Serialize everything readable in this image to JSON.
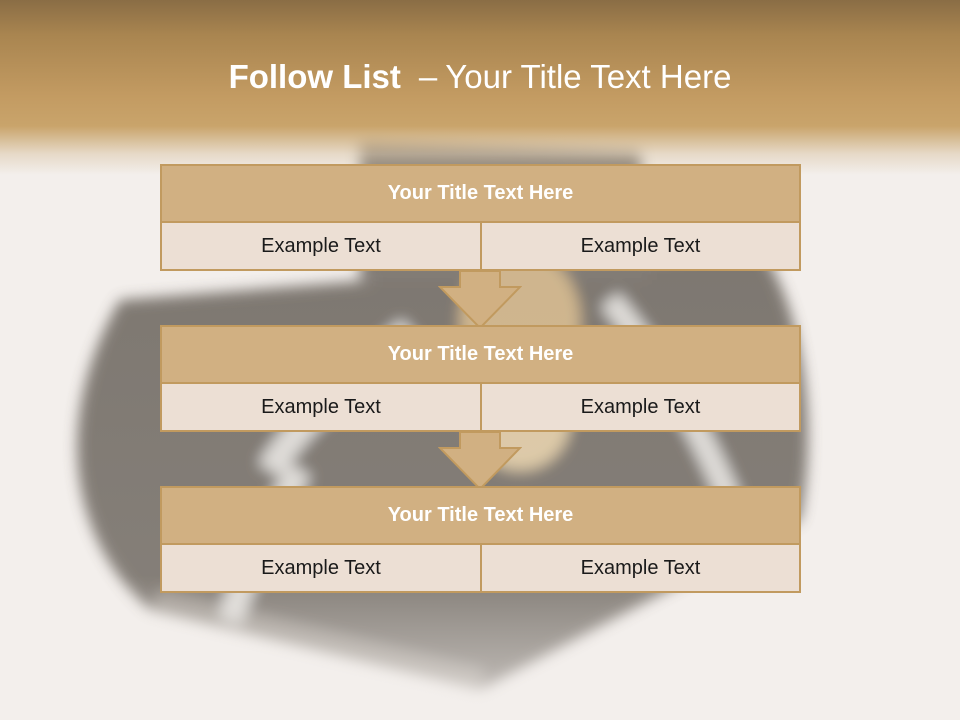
{
  "slide": {
    "title_bold": "Follow List",
    "title_sep": "–",
    "title_rest": "Your Title Text Here"
  },
  "steps": [
    {
      "title": "Your Title Text Here",
      "left": "Example Text",
      "right": "Example Text"
    },
    {
      "title": "Your Title Text Here",
      "left": "Example Text",
      "right": "Example Text"
    },
    {
      "title": "Your Title Text Here",
      "left": "Example Text",
      "right": "Example Text"
    }
  ],
  "colors": {
    "accent": "#c19a5f",
    "title_fill": "#d1b082",
    "cell_fill": "#ecdfd4",
    "header_band": "#c39b62"
  }
}
